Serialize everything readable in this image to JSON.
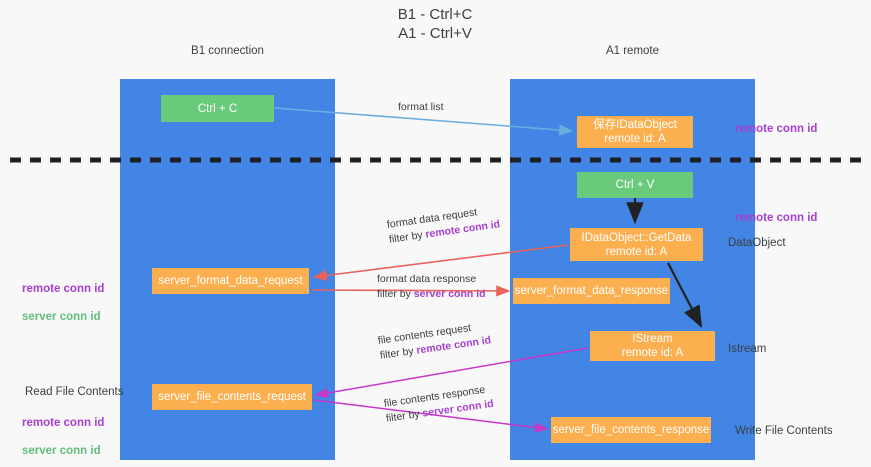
{
  "title": "B1 - Ctrl+C\nA1 - Ctrl+V",
  "lanes": [
    {
      "name": "b1",
      "header": "B1\nconnection",
      "color": "#4285e4"
    },
    {
      "name": "a1",
      "header": "A1\nremote",
      "color": "#4285e4"
    }
  ],
  "colors": {
    "lane": "#4285e4",
    "green_box": "#6aca7c",
    "orange_box": "#fbaf4f",
    "purple_text": "#a73fd0",
    "green_text": "#63bd7c",
    "red_arrow": "#e8645a",
    "magenta_arrow": "#c838c8",
    "blue_arrow": "#6baede",
    "black_arrow": "#202124",
    "divider": "#202124"
  },
  "boxes": {
    "ctrl_c": "Ctrl + C",
    "save_idataobject": "保存IDataObject\nremote id: A",
    "ctrl_v": "Ctrl + V",
    "getdata": "IDataObject::GetData\nremote id: A",
    "server_format_data_request": "server_format_data_request",
    "server_format_data_response": "server_format_data_response",
    "istream": "IStream\nremote id: A",
    "server_file_contents_request": "server_file_contents_request",
    "server_file_contents_response": "server_file_contents_response"
  },
  "side_labels": {
    "remote_conn_id_top": "remote conn id",
    "remote_conn_id_mid": "remote conn id",
    "dataobject": "DataObject",
    "istream": "Istream",
    "write_file_contents": "Write File Contents",
    "read_file_contents": "Read File Contents",
    "left_conn_ids": {
      "remote": "remote conn id",
      "server": "server conn id"
    },
    "left_conn_ids2": {
      "remote": "remote conn id",
      "server": "server conn id"
    }
  },
  "edge_labels": {
    "format_list": "format list",
    "format_data_request": {
      "main": "format data request",
      "prefix": "filter by ",
      "key": "remote conn id"
    },
    "format_data_response": {
      "main": "format data response",
      "prefix": "filter by ",
      "key": "server conn id"
    },
    "file_contents_request": {
      "main": "file contents request",
      "prefix": "filter by ",
      "key": "remote conn id"
    },
    "file_contents_response": {
      "main": "file contents response",
      "prefix": "filter by ",
      "key": "server conn id"
    }
  }
}
